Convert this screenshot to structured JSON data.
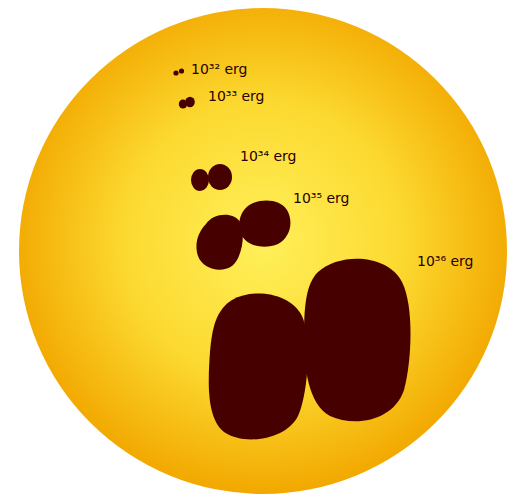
{
  "diagram": {
    "labels": [
      "10³² erg",
      "10³³ erg",
      "10³⁴ erg",
      "10³⁵ erg",
      "10³⁶ erg"
    ]
  }
}
